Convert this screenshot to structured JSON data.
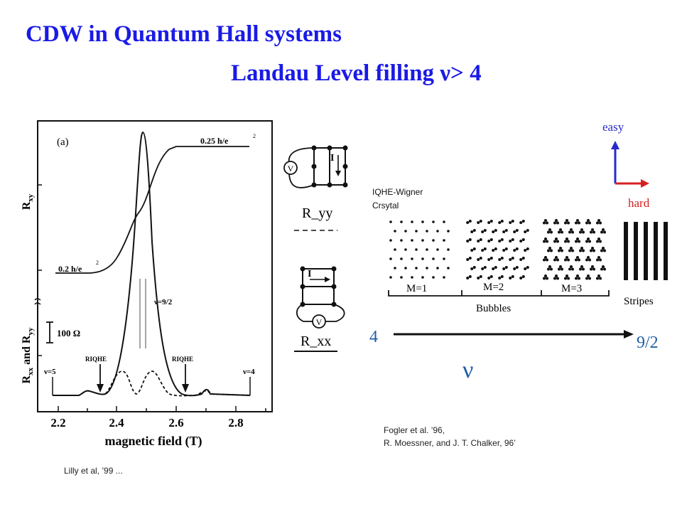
{
  "slide": {
    "title_line1": "CDW in Quantum Hall systems",
    "title_line2": "Landau Level filling ν> 4",
    "accent_color": "#1a1ae6"
  },
  "figure_a": {
    "panel_label": "(a)",
    "y_axis_top": "R",
    "y_axis_top_sub": "xy",
    "y_axis_bottom": "R",
    "y_axis_bottom_sub1": "xx",
    "y_axis_bottom_mid": " and R",
    "y_axis_bottom_sub2": "yy",
    "annot_025": "0.25 h/e",
    "annot_02": "0.2 h/e",
    "scale_bar": "100 Ω",
    "nu5": "ν=5",
    "nu4": "ν=4",
    "nu92": "ν=9/2",
    "riqhe_left": "RIQHE",
    "riqhe_right": "RIQHE",
    "x_label": "magnetic field  (T)",
    "x_ticks": [
      "2.2",
      "2.4",
      "2.6",
      "2.8"
    ],
    "citation": "Lilly et al, ’99 ..."
  },
  "schematic": {
    "top_label": "R_yy",
    "bottom_label": "R_xx",
    "voltmeter": "V",
    "current": "I"
  },
  "phase": {
    "wigner_label": "IQHE-Wigner\nCrsytal",
    "m1": "M=1",
    "m2": "M=2",
    "m3": "M=3",
    "bubbles": "Bubbles",
    "stripes": "Stripes",
    "left_value": "4",
    "right_value": "9/2",
    "axis_symbol": "ν",
    "easy": "easy",
    "hard": "hard",
    "easy_color": "#2a2acc",
    "hard_color": "#d62020",
    "citation_line1": "Fogler et al.  ’96,",
    "citation_line2": "R. Moessner, and J. T. Chalker, 96’"
  }
}
